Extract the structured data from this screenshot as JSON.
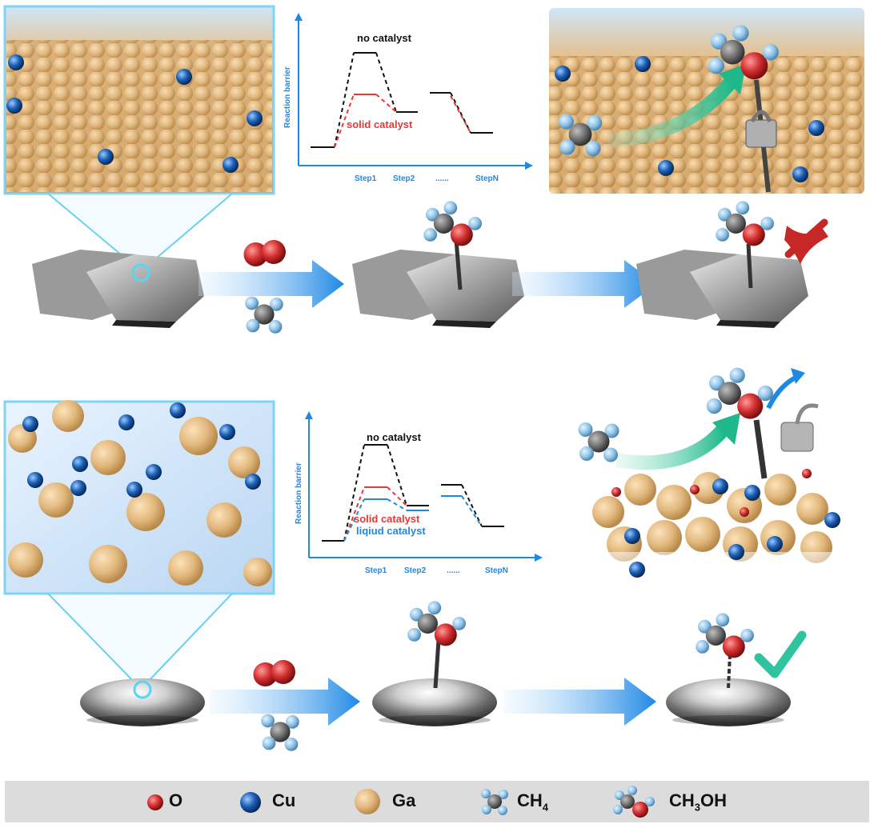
{
  "top_chart": {
    "y_label": "Reaction barrier",
    "no_catalyst": "no catalyst",
    "solid_catalyst": "solid catalyst",
    "ticks": [
      "Step1",
      "Step2",
      "......",
      "StepN"
    ]
  },
  "bottom_chart": {
    "y_label": "Reaction barrier",
    "no_catalyst": "no catalyst",
    "solid_catalyst": "solid catalyst",
    "liquid_catalyst": "liqiud catalyst",
    "ticks": [
      "Step1",
      "Step2",
      "......",
      "StepN"
    ]
  },
  "legend": {
    "o": "O",
    "cu": "Cu",
    "ga": "Ga",
    "ch4_base": "CH",
    "ch4_sub": "4",
    "ch3oh_a": "CH",
    "ch3oh_sub": "3",
    "ch3oh_b": "OH"
  },
  "colors": {
    "oxygen": "#d32f2f",
    "copper": "#1a5fb4",
    "gallium": "#e2b77c",
    "axis": "#1e88e5",
    "no_catalyst": "#111111",
    "solid_catalyst": "#e53935",
    "liquid_catalyst": "#1e88e5",
    "cross": "#c62828",
    "check": "#2ec4a0"
  }
}
